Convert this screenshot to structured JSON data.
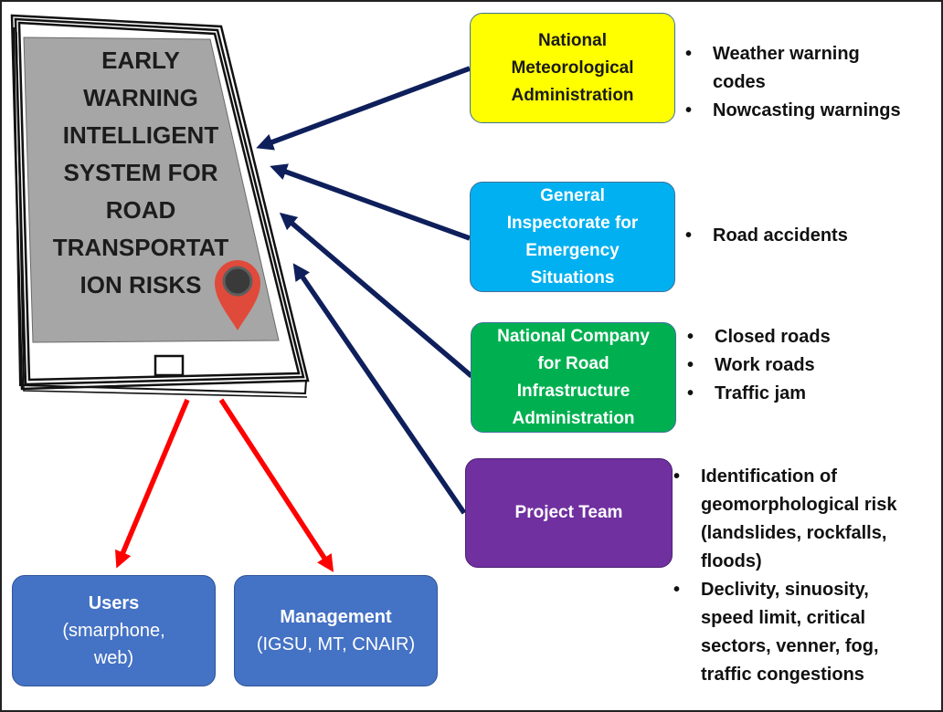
{
  "colors": {
    "navy_arrow": "#0e1f5b",
    "red_arrow": "#ff0000",
    "screen": "#a6a6a6",
    "pin": "#e04a3a",
    "nma_box": "#ffff00",
    "igsu_box": "#00b0f0",
    "cnair_box": "#00b050",
    "team_box": "#7030a0",
    "output_box": "#4472c4"
  },
  "phone": {
    "title_lines": [
      "EARLY",
      "WARNING",
      "INTELLIGENT",
      "SYSTEM FOR",
      "ROAD",
      "TRANSPORTAT",
      "ION RISKS"
    ],
    "pin_icon": "location-pin-icon",
    "home_icon": "home-button-icon"
  },
  "sources": [
    {
      "id": "nma",
      "lines": [
        "National",
        "Meteorological",
        "Administration"
      ],
      "bullets": [
        [
          "Weather warning",
          "codes"
        ],
        [
          "Nowcasting warnings"
        ]
      ]
    },
    {
      "id": "igsu",
      "lines": [
        "General",
        "Inspectorate for",
        "Emergency",
        "Situations"
      ],
      "bullets": [
        [
          "Road accidents"
        ]
      ]
    },
    {
      "id": "cnair",
      "lines": [
        "National Company",
        "for Road",
        "Infrastructure",
        "Administration"
      ],
      "bullets": [
        [
          "Closed roads"
        ],
        [
          "Work roads"
        ],
        [
          "Traffic jam"
        ]
      ]
    },
    {
      "id": "team",
      "lines": [
        "Project Team"
      ],
      "bullets": [
        [
          "Identification of",
          "geomorphological risk",
          "(landslides, rockfalls,",
          "floods)"
        ],
        [
          "Declivity, sinuosity,",
          "speed limit, critical",
          "sectors, venner, fog,",
          "traffic congestions"
        ]
      ]
    }
  ],
  "outputs": [
    {
      "id": "users",
      "title": "Users",
      "subtitle_lines": [
        "(smarphone,",
        "web)"
      ]
    },
    {
      "id": "management",
      "title": "Management",
      "subtitle_lines": [
        "(IGSU, MT, CNAIR)"
      ]
    }
  ]
}
